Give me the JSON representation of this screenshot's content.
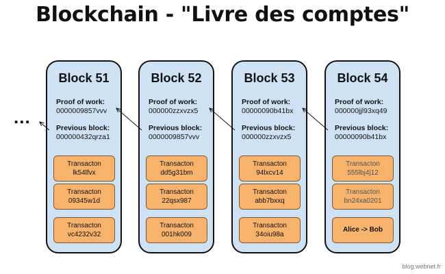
{
  "title": "Blockchain - \"Livre des comptes\"",
  "ellipsis": "...",
  "labels": {
    "proof": "Proof of work:",
    "previous": "Previous block:"
  },
  "blocks": [
    {
      "name": "Block 51",
      "proof_of_work": "0000009857vvv",
      "previous_block": "000000432qrza1",
      "transactions": [
        "Transacton\nlk54lfvx",
        "Transacton\n09345w1d",
        "Transacton\nvc4232v32"
      ]
    },
    {
      "name": "Block 52",
      "proof_of_work": "000000zzxvzx5",
      "previous_block": "0000009857vvv",
      "transactions": [
        "Transacton\ndd5g31bm",
        "Transacton\n22qsx987",
        "Transacton\n001hk009"
      ]
    },
    {
      "name": "Block 53",
      "proof_of_work": "00000090b41bx",
      "previous_block": "000000zzxvzx5",
      "transactions": [
        "Transacton\n94lxcv14",
        "Transacton\nabb7bxxq",
        "Transacton\n34oiu98a"
      ]
    },
    {
      "name": "Block 54",
      "proof_of_work": "000000jjl93xq49",
      "previous_block": "00000090b41bx",
      "transactions": [
        "Transacton\n555lbj4j12",
        "Transacton\nbn24xa0201",
        "Alice -> Bob"
      ]
    }
  ],
  "credit": "blog.webnet.fr",
  "colors": {
    "block_fill": "#cfe2f3",
    "transaction_fill": "#f7b26b"
  }
}
